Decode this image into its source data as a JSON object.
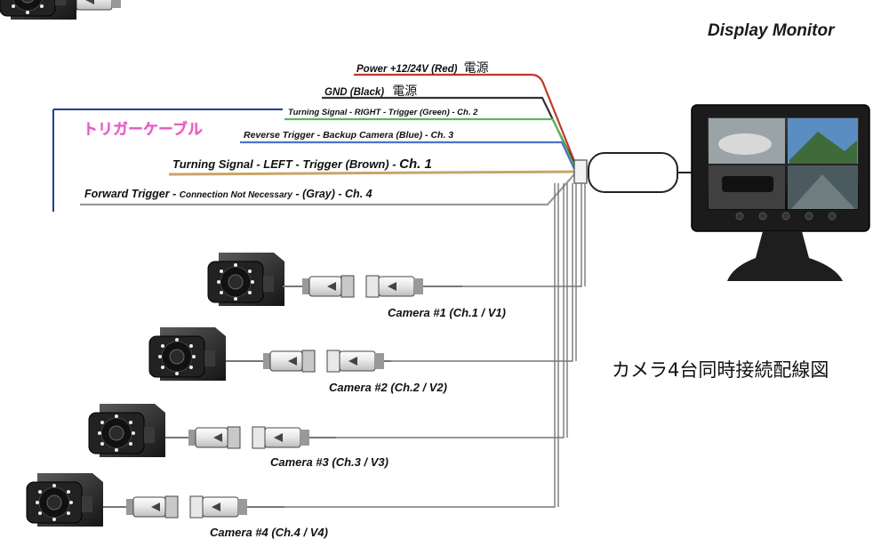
{
  "title": "Display Monitor",
  "caption": "カメラ4台同時接続配線図",
  "trigger_cable_label": "トリガーケーブル",
  "wires": [
    {
      "id": "power",
      "text": "Power +12/24V (Red)",
      "jp": "電源",
      "color": "#c0392b"
    },
    {
      "id": "gnd",
      "text": "GND (Black)",
      "jp": "電源",
      "color": "#333333"
    },
    {
      "id": "right",
      "text": "Turning Signal - RIGHT - Trigger (Green) - Ch. 2",
      "color": "#5cb85c"
    },
    {
      "id": "reverse",
      "text": "Reverse Trigger - Backup Camera (Blue) - Ch. 3",
      "color": "#4a74c9"
    },
    {
      "id": "left",
      "text_main": "Turning Signal - LEFT - Trigger (Brown) - ",
      "text_ch": "Ch. 1",
      "color": "#c9a46a"
    },
    {
      "id": "forward",
      "text_a": "Forward Trigger - ",
      "text_b": "Connection Not Necessary",
      "text_c": " - (Gray) - Ch. 4",
      "color": "#9a9a9a"
    }
  ],
  "cameras": [
    {
      "label": "Camera #1 (Ch.1 / V1)"
    },
    {
      "label": "Camera #2 (Ch.2 / V2)"
    },
    {
      "label": "Camera #3 (Ch.3 / V3)"
    },
    {
      "label": "Camera #4 (Ch.4 / V4)"
    }
  ],
  "colors": {
    "accent_pink": "#e05cc0",
    "bracket_blue": "#1f3f8f"
  }
}
